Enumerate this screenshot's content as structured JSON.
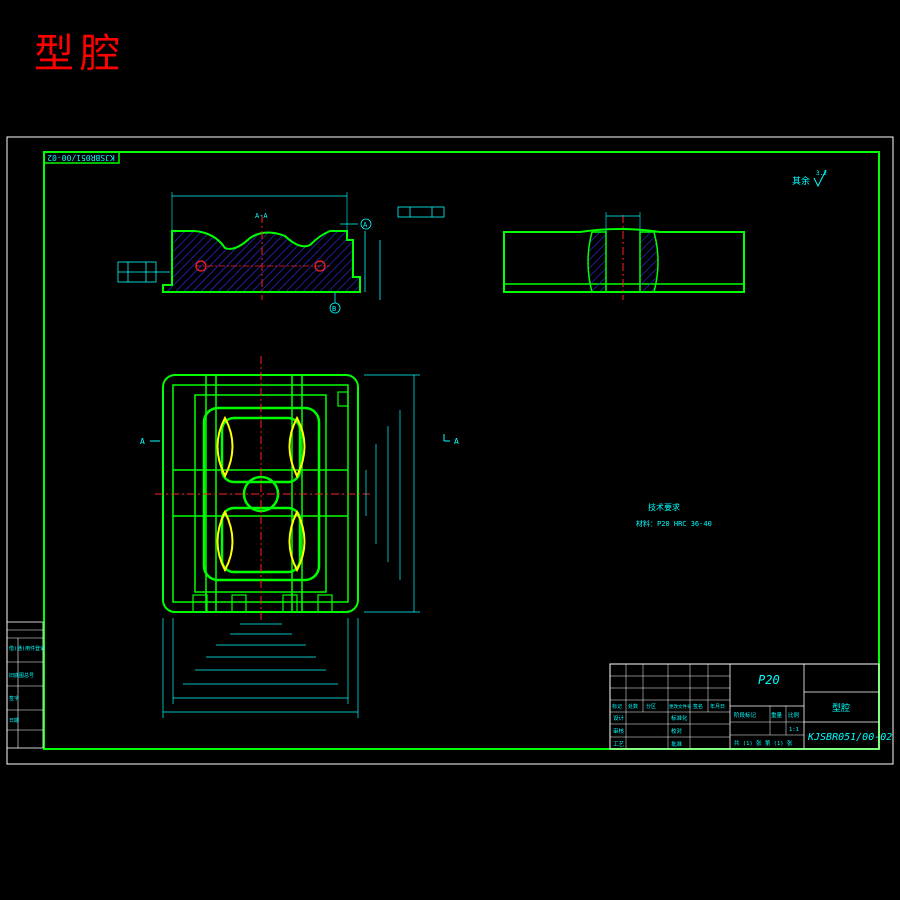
{
  "page": {
    "title": "型腔"
  },
  "drawing": {
    "rotated_code": "KJSBR051/00-02",
    "roughness_label": "其余",
    "roughness_value": "3.2",
    "section_label": "A-A",
    "side_labels": [
      "A",
      "A"
    ],
    "datum_labels": [
      "A",
      "B"
    ],
    "tech_title": "技术要求",
    "tech_note": "材料：P20 HRC 36-40",
    "title_block": {
      "material": "P20",
      "part_name": "型腔",
      "drawing_number": "KJSBR051/00-02",
      "scale_label": "比例",
      "scale_value": "1:1",
      "weight_label": "重量",
      "stage_label": "阶段标记",
      "sheet_text": "共 (1) 张  第 (1) 张",
      "row_labels": [
        "标记",
        "处数",
        "分区",
        "更改文件号",
        "签名",
        "年月日"
      ],
      "left_roles": [
        "设计",
        "审核",
        "工艺"
      ],
      "mid_roles": [
        "标准化",
        "校对",
        "批准"
      ]
    },
    "side_table_labels": [
      "借(通)用件登记",
      "旧底图总号",
      "签字",
      "日期"
    ],
    "colors": {
      "frame": "#00ff00",
      "dimension": "#00ffff",
      "centerline": "#ff2020",
      "hatch": "#2020ff",
      "text_yellow": "#ffff00",
      "title": "#ff0000"
    }
  }
}
